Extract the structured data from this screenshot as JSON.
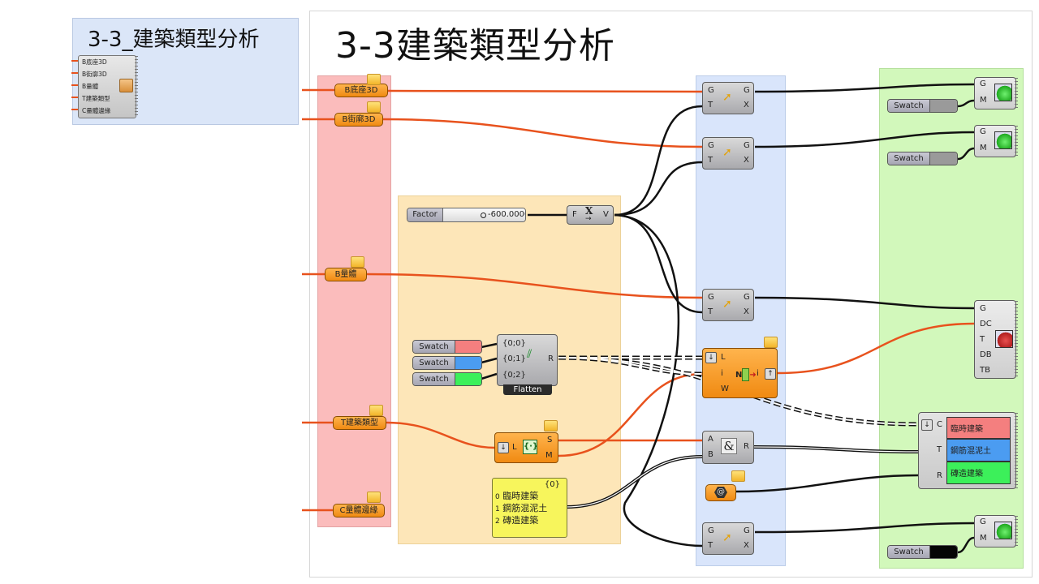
{
  "cluster": {
    "title": "3-3_建築類型分析",
    "inputs": [
      "B底座3D",
      "B街廓3D",
      "B量體",
      "T建築類型",
      "C量體邊緣"
    ],
    "icon": "package-icon"
  },
  "main_title": "3-3建築類型分析",
  "colors": {
    "wire_orange": "#e8521d",
    "wire_black": "#111111",
    "group_red": "#fbbcbc",
    "group_yellow": "#fde6b8",
    "group_blue": "#d9e5fb",
    "group_green": "#d2f8bb",
    "param_orange": "#f59b24",
    "swatch_red": "#f47f7f",
    "swatch_blue": "#4b9cf1",
    "swatch_green": "#3cf05a",
    "swatch_gray": "#9a9a9a",
    "swatch_black": "#050505",
    "panel_yellow": "#f7f55c"
  },
  "params": [
    {
      "label": "B底座3D"
    },
    {
      "label": "B街廓3D"
    },
    {
      "label": "B量體"
    },
    {
      "label": "T建築類型"
    },
    {
      "label": "C量體邊緣"
    }
  ],
  "slider": {
    "name": "Factor",
    "value": "-600.0000"
  },
  "unit_vector": {
    "in": "F",
    "out": "V",
    "icon": "unit-x-vector-icon"
  },
  "flatten": {
    "inputs": [
      "{0;0}",
      "{0;1}",
      "{0;2}"
    ],
    "output": "R",
    "caption": "Flatten"
  },
  "swatches_left": [
    {
      "label": "Swatch",
      "color": "#f47f7f"
    },
    {
      "label": "Swatch",
      "color": "#4b9cf1"
    },
    {
      "label": "Swatch",
      "color": "#3cf05a"
    }
  ],
  "set_members": {
    "in": "L",
    "outs": [
      "S",
      "M"
    ],
    "icon": "set-braces-icon"
  },
  "panel": {
    "header": "{0}",
    "rows": [
      {
        "index": "0",
        "text": "臨時建築"
      },
      {
        "index": "1",
        "text": "鋼筋混泥土"
      },
      {
        "index": "2",
        "text": "磚造建築"
      }
    ]
  },
  "move_nodes": [
    {
      "in": [
        "G",
        "T"
      ],
      "out": [
        "G",
        "X"
      ]
    },
    {
      "in": [
        "G",
        "T"
      ],
      "out": [
        "G",
        "X"
      ]
    },
    {
      "in": [
        "G",
        "T"
      ],
      "out": [
        "G",
        "X"
      ]
    },
    {
      "in": [
        "G",
        "T"
      ],
      "out": [
        "G",
        "X"
      ]
    }
  ],
  "member_index": {
    "in": [
      "L",
      "i",
      "W"
    ],
    "out": "i",
    "icon": "member-index-icon"
  },
  "and_gate": {
    "in": [
      "A",
      "B"
    ],
    "out": "R",
    "icon": "ampersand-icon"
  },
  "text_param": {
    "icon": "string-param-icon"
  },
  "preview_nodes": [
    {
      "in": [
        "G",
        "M"
      ],
      "swatch": {
        "label": "Swatch",
        "color": "#9a9a9a"
      }
    },
    {
      "in": [
        "G",
        "M"
      ],
      "swatch": {
        "label": "Swatch",
        "color": "#9a9a9a"
      }
    },
    {
      "in": [
        "G",
        "M"
      ],
      "swatch": {
        "label": "Swatch",
        "color": "#050505"
      }
    }
  ],
  "display_node": {
    "in": [
      "G",
      "DC",
      "T",
      "DB",
      "TB"
    ],
    "icon": "custom-preview-icon"
  },
  "legend": {
    "in": [
      "C",
      "T",
      "R"
    ],
    "items": [
      {
        "text": "臨時建築",
        "color": "#f47f7f"
      },
      {
        "text": "鋼筋混泥土",
        "color": "#4b9cf1"
      },
      {
        "text": "磚造建築",
        "color": "#3cf05a"
      }
    ]
  }
}
